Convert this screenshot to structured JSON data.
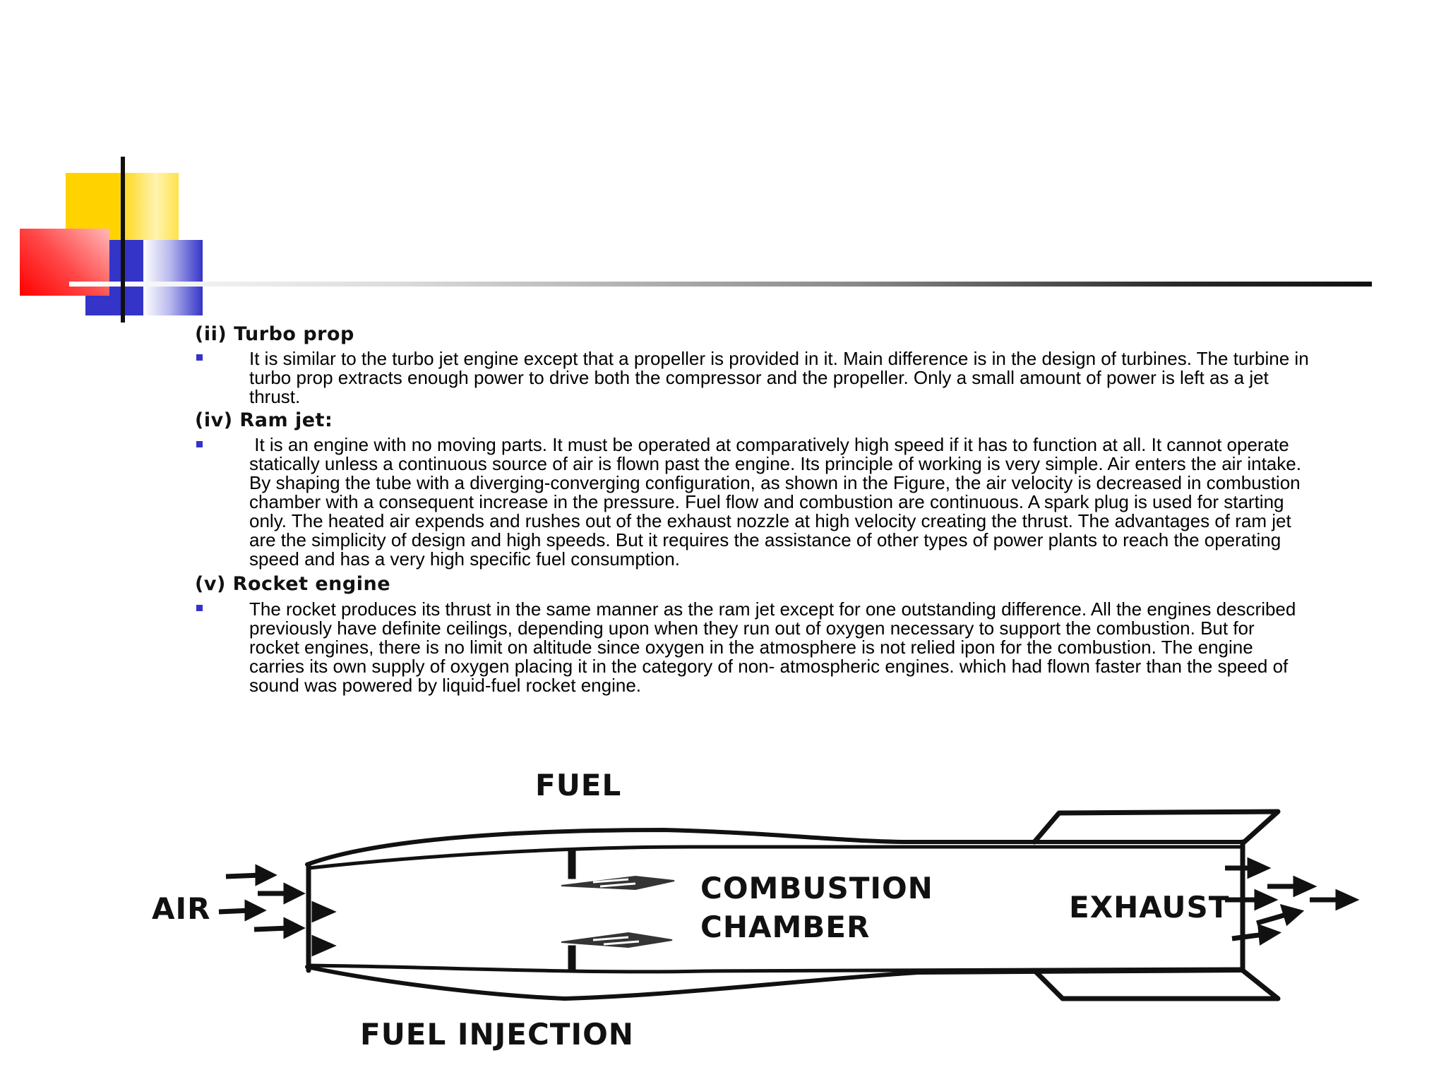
{
  "sections": [
    {
      "title": "(ii) Turbo prop",
      "lines": [
        "It is similar to the turbo jet engine except that a propeller is provided in it. Main difference is in the design of turbines. The turbine in",
        "turbo prop extracts enough power to drive both the compressor and the propeller. Only a small amount of power is left as a jet",
        "thrust."
      ]
    },
    {
      "title": "(iv) Ram jet:",
      "lines": [
        " It is an engine with no moving parts. It must be operated at comparatively high speed if it has to function at all. It cannot operate",
        "statically unless a continuous source of air is flown past the engine. Its principle of working is very simple. Air enters the air intake.",
        "By shaping the tube with a diverging-converging configuration, as shown in the Figure, the air velocity is decreased in combustion",
        "chamber with a consequent increase in the pressure. Fuel flow and combustion are continuous. A spark plug is used for starting",
        "only. The heated air expends and rushes out of the exhaust nozzle at high velocity creating the thrust. The advantages of ram jet",
        "are the simplicity of design and high speeds. But it requires the assistance of other types of power plants to reach the operating",
        "speed and has a very high specific fuel consumption."
      ]
    },
    {
      "title": "(v) Rocket engine",
      "lines": [
        "The rocket produces its thrust in the same manner as the ram jet except for one outstanding difference. All the engines described",
        "previously have definite ceilings, depending upon when they run out of oxygen necessary to support the combustion. But for",
        "rocket engines, there is no limit on altitude since oxygen in the atmosphere is not relied ipon for the combustion. The engine",
        "carries its own supply of oxygen placing it in the category of non- atmospheric engines. which had flown faster than the speed of",
        "sound was powered by liquid-fuel rocket engine."
      ]
    }
  ],
  "diagram": {
    "fuel": "FUEL",
    "air": "AIR",
    "combustion_line1": "COMBUSTION",
    "combustion_line2": "CHAMBER",
    "exhaust": "EXHAUST",
    "fuel_injection": "FUEL INJECTION"
  }
}
